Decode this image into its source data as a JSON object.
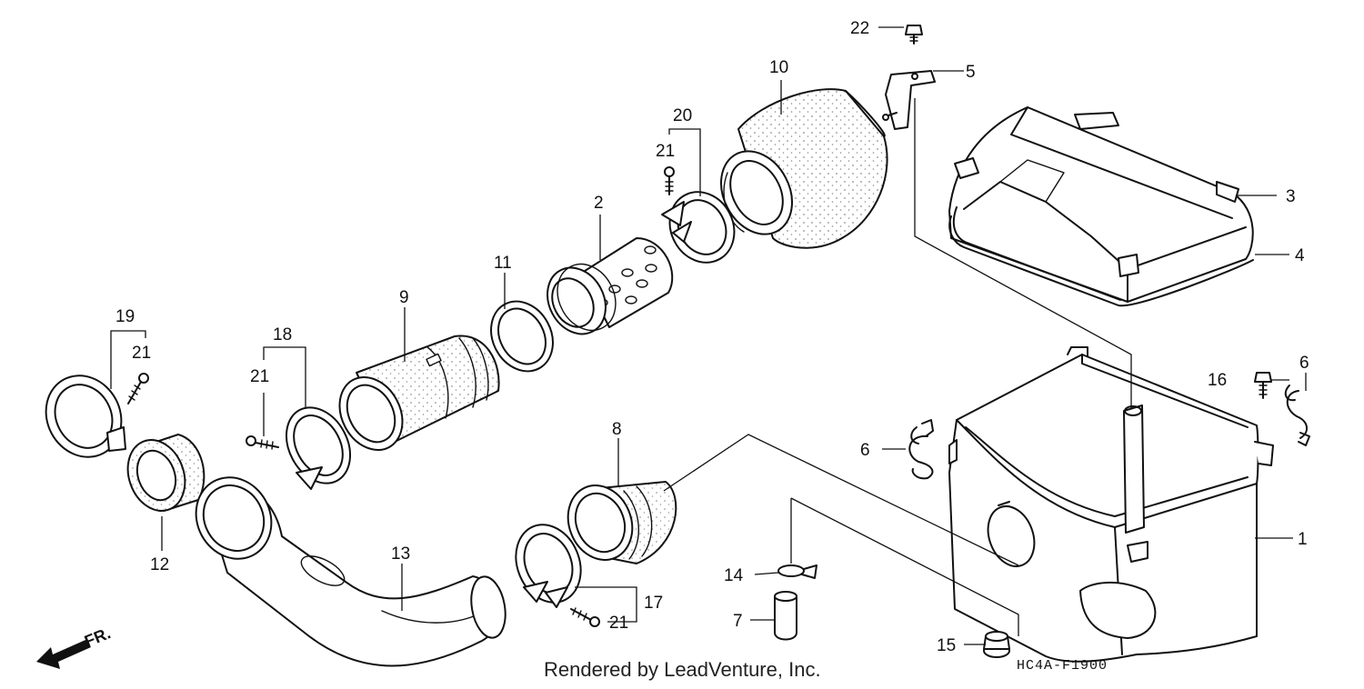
{
  "callouts": {
    "c1": "1",
    "c2": "2",
    "c3": "3",
    "c4": "4",
    "c5": "5",
    "c6a": "6",
    "c6b": "6",
    "c7": "7",
    "c8": "8",
    "c9": "9",
    "c10": "10",
    "c11": "11",
    "c12": "12",
    "c13": "13",
    "c14": "14",
    "c15": "15",
    "c16": "16",
    "c17": "17",
    "c18": "18",
    "c19": "19",
    "c20": "20",
    "c21a": "21",
    "c21b": "21",
    "c21c": "21",
    "c21d": "21",
    "c22": "22"
  },
  "direction_label": "FR.",
  "credit": "Rendered by LeadVenture, Inc.",
  "diagram_code": "HC4A-F1900"
}
